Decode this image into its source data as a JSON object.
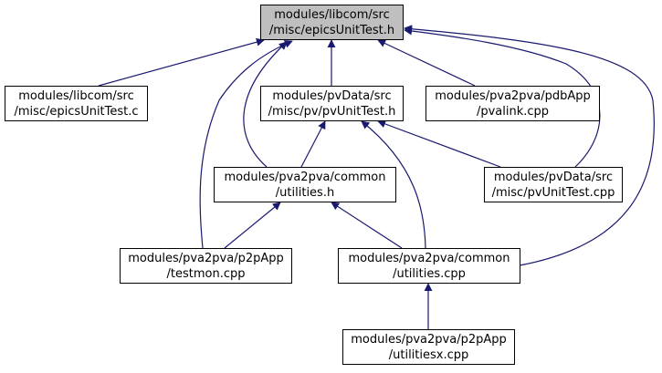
{
  "nodes": [
    {
      "id": "root",
      "lines": [
        "modules/libcom/src",
        "/misc/epicsUnitTest.h"
      ],
      "highlight": true
    },
    {
      "id": "epicsUnitTest_c",
      "lines": [
        "modules/libcom/src",
        "/misc/epicsUnitTest.c"
      ]
    },
    {
      "id": "pvUnitTest_h",
      "lines": [
        "modules/pvData/src",
        "/misc/pv/pvUnitTest.h"
      ]
    },
    {
      "id": "pvalink_cpp",
      "lines": [
        "modules/pva2pva/pdbApp",
        "/pvalink.cpp"
      ]
    },
    {
      "id": "utilities_h",
      "lines": [
        "modules/pva2pva/common",
        "/utilities.h"
      ]
    },
    {
      "id": "pvUnitTest_cpp",
      "lines": [
        "modules/pvData/src",
        "/misc/pvUnitTest.cpp"
      ]
    },
    {
      "id": "testmon_cpp",
      "lines": [
        "modules/pva2pva/p2pApp",
        "/testmon.cpp"
      ]
    },
    {
      "id": "utilities_cpp",
      "lines": [
        "modules/pva2pva/common",
        "/utilities.cpp"
      ]
    },
    {
      "id": "utilitiesx_cpp",
      "lines": [
        "modules/pva2pva/p2pApp",
        "/utilitiesx.cpp"
      ]
    }
  ],
  "edges": [
    {
      "from": "root",
      "to": "epicsUnitTest_c"
    },
    {
      "from": "root",
      "to": "pvUnitTest_h"
    },
    {
      "from": "root",
      "to": "pvalink_cpp"
    },
    {
      "from": "root",
      "to": "utilities_h"
    },
    {
      "from": "root",
      "to": "testmon_cpp"
    },
    {
      "from": "root",
      "to": "pvUnitTest_cpp"
    },
    {
      "from": "root",
      "to": "utilities_cpp"
    },
    {
      "from": "pvUnitTest_h",
      "to": "utilities_h"
    },
    {
      "from": "pvUnitTest_h",
      "to": "pvUnitTest_cpp"
    },
    {
      "from": "pvUnitTest_h",
      "to": "utilities_cpp"
    },
    {
      "from": "utilities_h",
      "to": "testmon_cpp"
    },
    {
      "from": "utilities_h",
      "to": "utilities_cpp"
    },
    {
      "from": "utilities_cpp",
      "to": "utilitiesx_cpp"
    }
  ],
  "colors": {
    "highlight_fill": "#bfbfbf",
    "node_fill": "#ffffff",
    "edge": "#191970",
    "border": "#000000"
  }
}
